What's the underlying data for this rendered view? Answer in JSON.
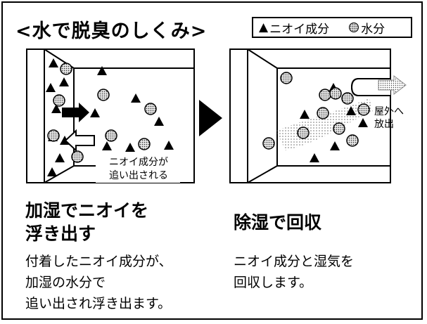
{
  "title": "<水で脱臭のしくみ>",
  "legend": {
    "odor_label": "ニオイ成分",
    "water_label": "水分"
  },
  "left_panel": {
    "callout_line1": "ニオイ成分が",
    "callout_line2": "追い出される",
    "headline_line1": "加湿でニオイを",
    "headline_line2": "浮き出す",
    "desc_line1": "付着したニオイ成分が、",
    "desc_line2": "加湿の水分で",
    "desc_line3": "追い出され浮き出ます。"
  },
  "right_panel": {
    "callout_line1": "屋外へ",
    "callout_line2": "放出",
    "headline": "除湿で回収",
    "desc_line1": "ニオイ成分と湿気を",
    "desc_line2": "回収します。"
  }
}
